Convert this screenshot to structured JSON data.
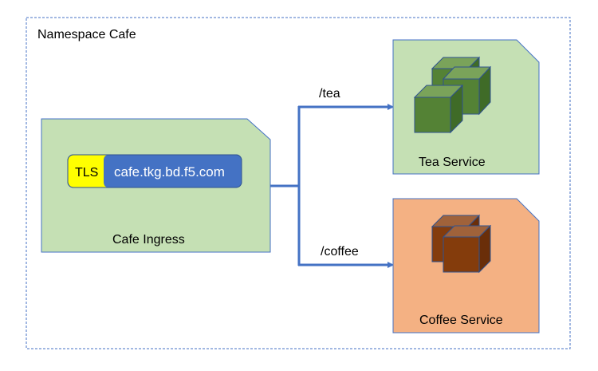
{
  "namespace": {
    "title": "Namespace Cafe"
  },
  "ingress": {
    "label": "Cafe Ingress",
    "tls_badge": "TLS",
    "host": "cafe.tkg.bd.f5.com"
  },
  "routes": [
    {
      "path": "/tea",
      "target": "Tea Service"
    },
    {
      "path": "/coffee",
      "target": "Coffee Service"
    }
  ],
  "services": {
    "tea": {
      "label": "Tea Service",
      "color": "#c5e0b4",
      "cube_color": "#548235"
    },
    "coffee": {
      "label": "Coffee Service",
      "color": "#f4b183",
      "cube_color": "#843c0c"
    }
  },
  "colors": {
    "border": "#4472c4",
    "connector": "#4472c4",
    "tls_yellow": "#ffff00",
    "host_blue": "#4472c4"
  }
}
